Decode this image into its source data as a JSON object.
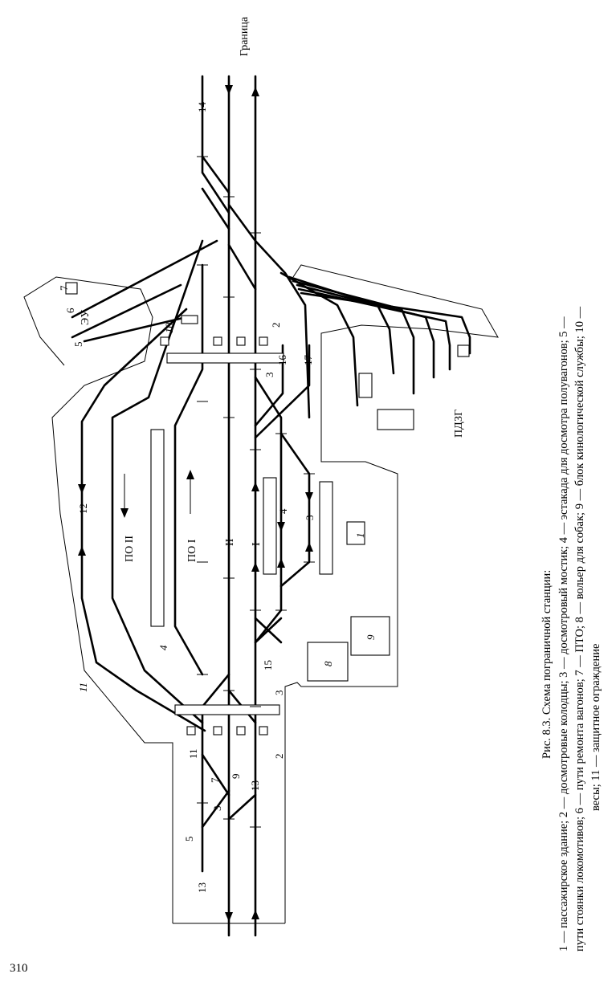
{
  "caption": {
    "title": "Рис. 8.3. Схема пограничной станции:",
    "line1": "1 — пассажирское здание; 2 — досмотровые колодцы; 3 — досмотровый мостик; 4 — эстакада для досмотра полувагонов; 5 —",
    "line2": "пути стоянки локомотивов; 6 — пути ремонта вагонов; 7 — ПТО; 8 — вольер для собак; 9 — блок кинологической службы; 10 —",
    "line3": "весы; 11 — защитное ограждение"
  },
  "page_number": "310",
  "labels": {
    "border": "Граница",
    "po2": "ПО II",
    "po1": "ПО I",
    "main2": "II",
    "main1": "I",
    "eu": "ЭУ",
    "pdzg": "ПДЗГ",
    "n1": "1",
    "n2": "2",
    "n3": "3",
    "n4": "4",
    "n5": "5",
    "n6": "6",
    "n7": "7",
    "n8": "8",
    "n9": "9",
    "n10": "10",
    "n11": "11",
    "n12": "12",
    "n13": "13",
    "n14": "14",
    "n15": "15",
    "n16": "16",
    "n17": "17"
  }
}
